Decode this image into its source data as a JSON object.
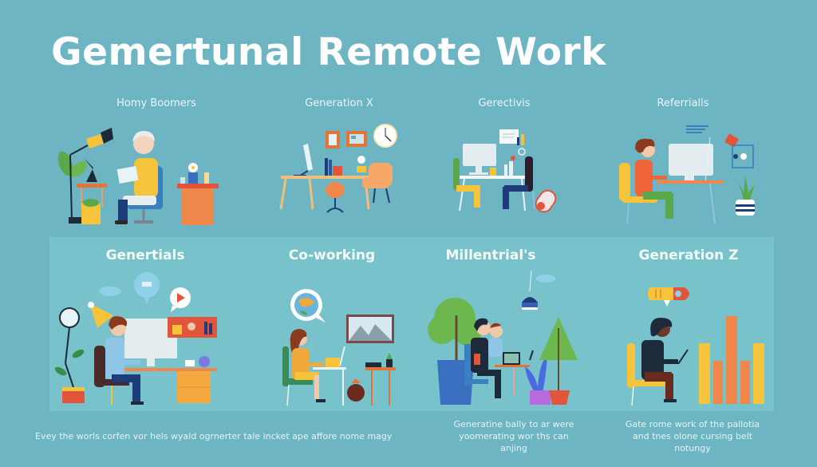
{
  "header": {
    "title": "Gemertunal Remote Work"
  },
  "row1": {
    "panels": [
      {
        "label": "Homy Boomers",
        "scene": "elderly-person-reading-tablet"
      },
      {
        "label": "Generation X",
        "scene": "home-office-desk-with-clock"
      },
      {
        "label": "Gerectivis",
        "scene": "two-people-at-desk"
      },
      {
        "label": "Referrialls",
        "scene": "woman-at-computer"
      }
    ]
  },
  "row2": {
    "panels": [
      {
        "label": "Genertials",
        "scene": "man-at-desktop-with-speech-bubbles"
      },
      {
        "label": "Co-working",
        "scene": "woman-with-laptop-globe-bubble"
      },
      {
        "label": "Millentrial's",
        "scene": "two-people-laptop-among-plants"
      },
      {
        "label": "Generation Z",
        "scene": "person-with-laptop-bar-chart-rocket"
      }
    ]
  },
  "captions": {
    "left": "Evey the worls corfen vor hels wyald ogrnerter tale incket ape affore nome magy",
    "middle_line1": "Generatine bally to ar were",
    "middle_line2": "yoomerating wor ths can anjing",
    "right_line1": "Gate rome work of the pallotia",
    "right_line2": "and tnes olone cursing belt notungy"
  },
  "colors": {
    "background": "#6db5c2",
    "panel_light": "#78c2cc",
    "yellow": "#f6c43a",
    "orange": "#f0874a",
    "red": "#e2553a",
    "navy": "#1f3c7a",
    "green": "#5aa84a",
    "white": "#ffffff"
  }
}
